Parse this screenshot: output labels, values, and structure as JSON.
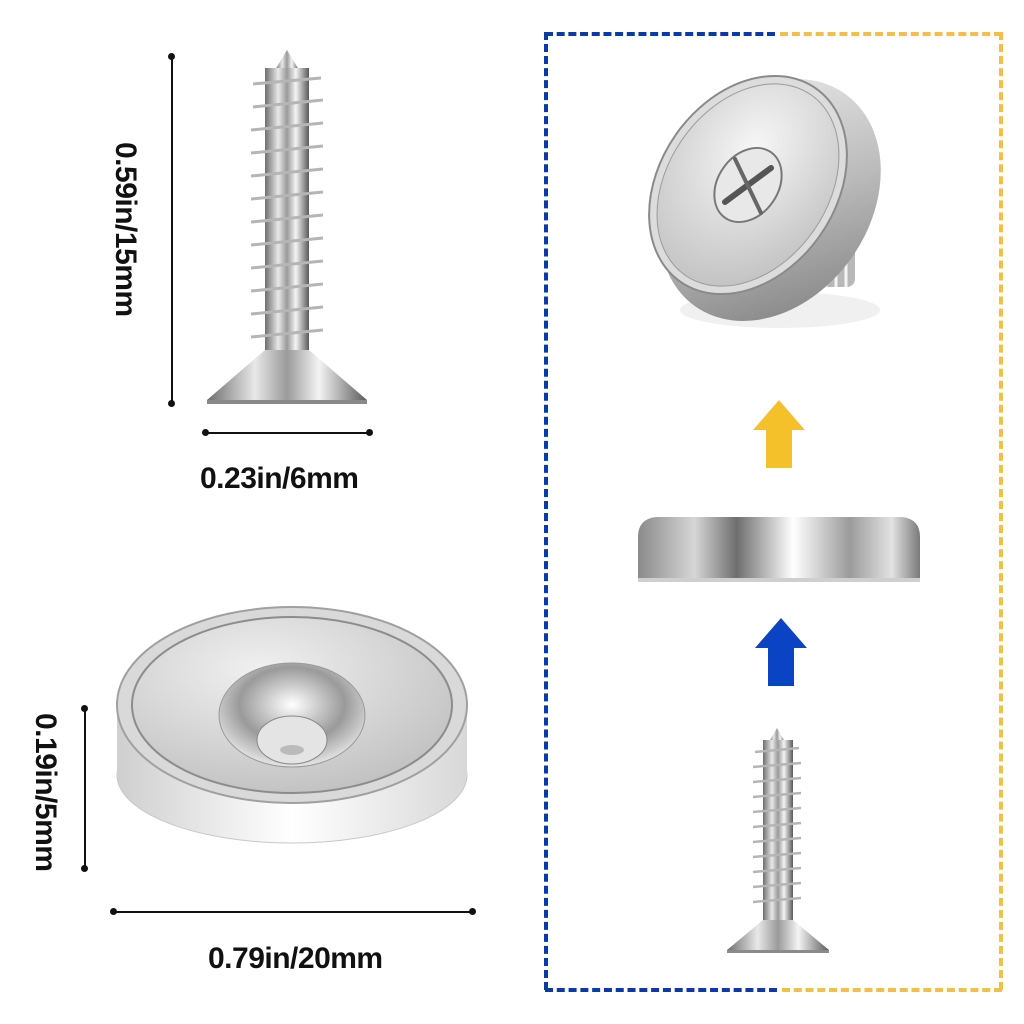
{
  "screw_dimensions": {
    "length_label": "0.59in/15mm",
    "head_width_label": "0.23in/6mm"
  },
  "magnet_dimensions": {
    "height_label": "0.19in/5mm",
    "diameter_label": "0.79in/20mm"
  },
  "assembly_panel": {
    "frame_colors": {
      "blue": "#0a3aa8",
      "yellow": "#f2c04a"
    },
    "arrows": [
      {
        "name": "yellow-up-arrow",
        "color": "#f5c12a"
      },
      {
        "name": "blue-up-arrow",
        "color": "#0a44c4"
      }
    ],
    "steps": [
      "countersunk-screw",
      "cup-magnet",
      "assembled-magnet-with-screw"
    ]
  }
}
